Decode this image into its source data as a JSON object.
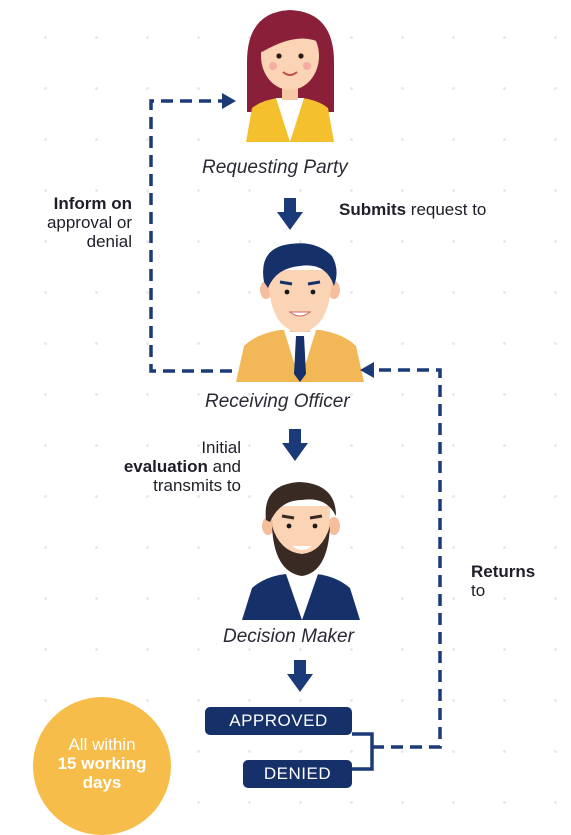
{
  "roles": {
    "requesting_party": "Requesting Party",
    "receiving_officer": "Receiving Officer",
    "decision_maker": "Decision Maker"
  },
  "steps": {
    "submits": {
      "bold": "Submits",
      "rest": " request to"
    },
    "inform": {
      "bold": "Inform on",
      "line2": "approval or",
      "line3": "denial"
    },
    "evaluation": {
      "line1": "Initial",
      "bold": "evaluation",
      "rest": " and",
      "line3": "transmits to"
    },
    "returns": {
      "bold": "Returns",
      "line2": "to"
    }
  },
  "outcomes": {
    "approved": "APPROVED",
    "denied": "DENIED"
  },
  "timeline": {
    "line1": "All within",
    "line2": "15 working",
    "line3": "days"
  },
  "colors": {
    "navy": "#16306a",
    "flow_arrow": "#1b3a78",
    "timeline_badge": "#f7bd4a",
    "figure_shirt": "#f2b857"
  }
}
